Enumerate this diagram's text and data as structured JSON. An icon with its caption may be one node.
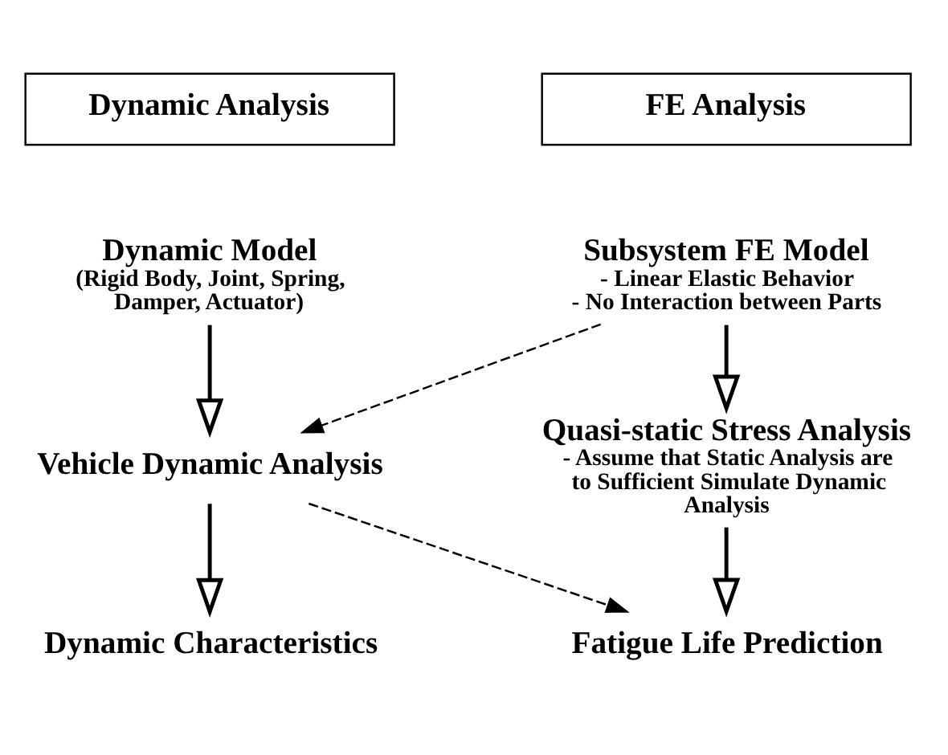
{
  "diagram": {
    "nodes": [
      {
        "text": [
          "Dynamic Analysis"
        ]
      },
      {
        "text": [
          "FE Analysis"
        ]
      },
      {
        "text": [
          "Dynamic Model",
          "(Rigid Body, Joint, Spring, Damper, Actuator)"
        ]
      },
      {
        "text": [
          "Subsystem FE Model",
          "- Linear Elastic Behavior",
          "- No Interaction between Parts"
        ]
      },
      {
        "text": [
          "Vehicle Dynamic Analysis"
        ]
      },
      {
        "text": [
          "Quasi-static Stress Analysis",
          "- Assume that Static Analysis are to Sufficient Simulate Dynamic Analysis"
        ]
      },
      {
        "text": [
          "Dynamic Characteristics"
        ]
      },
      {
        "text": [
          "Fatigue Life Prediction"
        ]
      }
    ],
    "edges": [
      {
        "from": 2,
        "to": 4,
        "arrow": "to"
      },
      {
        "from": 4,
        "to": 6,
        "arrow": "to"
      },
      {
        "from": 3,
        "to": 5,
        "arrow": "to"
      },
      {
        "from": 5,
        "to": 7,
        "arrow": "to"
      },
      {
        "from": 3,
        "to": 4,
        "arrow": "to",
        "style": "dashed"
      },
      {
        "from": 4,
        "to": 7,
        "arrow": "to",
        "style": "dashed"
      }
    ]
  }
}
